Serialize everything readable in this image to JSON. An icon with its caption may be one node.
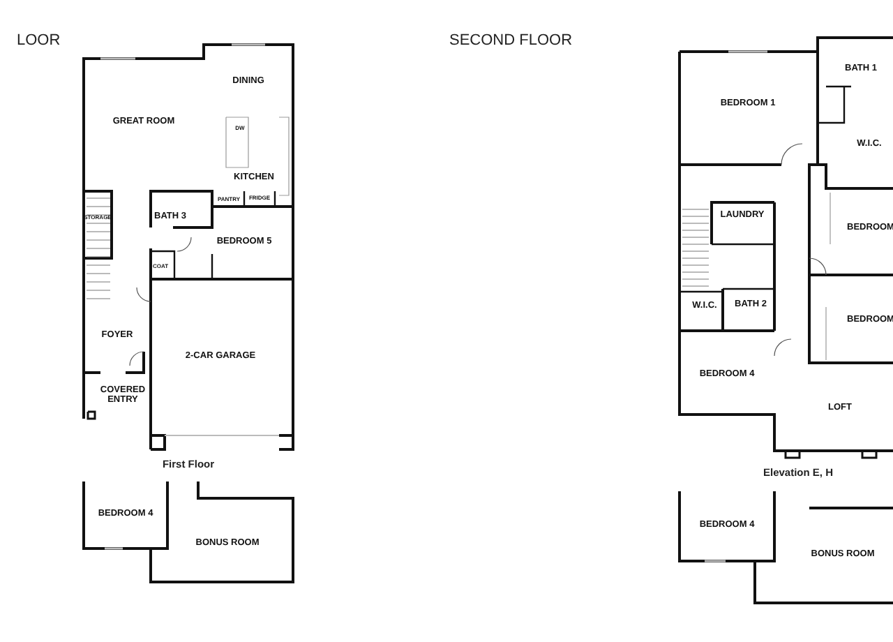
{
  "diagram": {
    "labels": [
      "LOOR",
      "SECOND FLOOR",
      "DINING",
      "GREAT ROOM",
      "DW",
      "KITCHEN",
      "PANTRY",
      "FRIDGE",
      "STORAGE",
      "BATH 3",
      "BEDROOM 5",
      "COAT",
      "FOYER",
      "2-CAR GARAGE",
      "COVERED ENTRY",
      "First Floor",
      "BEDROOM 4",
      "BONUS ROOM",
      "BATH 1",
      "BEDROOM 1",
      "W.I.C.",
      "LAUNDRY",
      "BEDROOM",
      "W.I.C.",
      "BATH 2",
      "BEDROOM",
      "BEDROOM 4",
      "LOFT",
      "Elevation E, H",
      "BEDROOM 4",
      "BONUS ROOM"
    ]
  }
}
